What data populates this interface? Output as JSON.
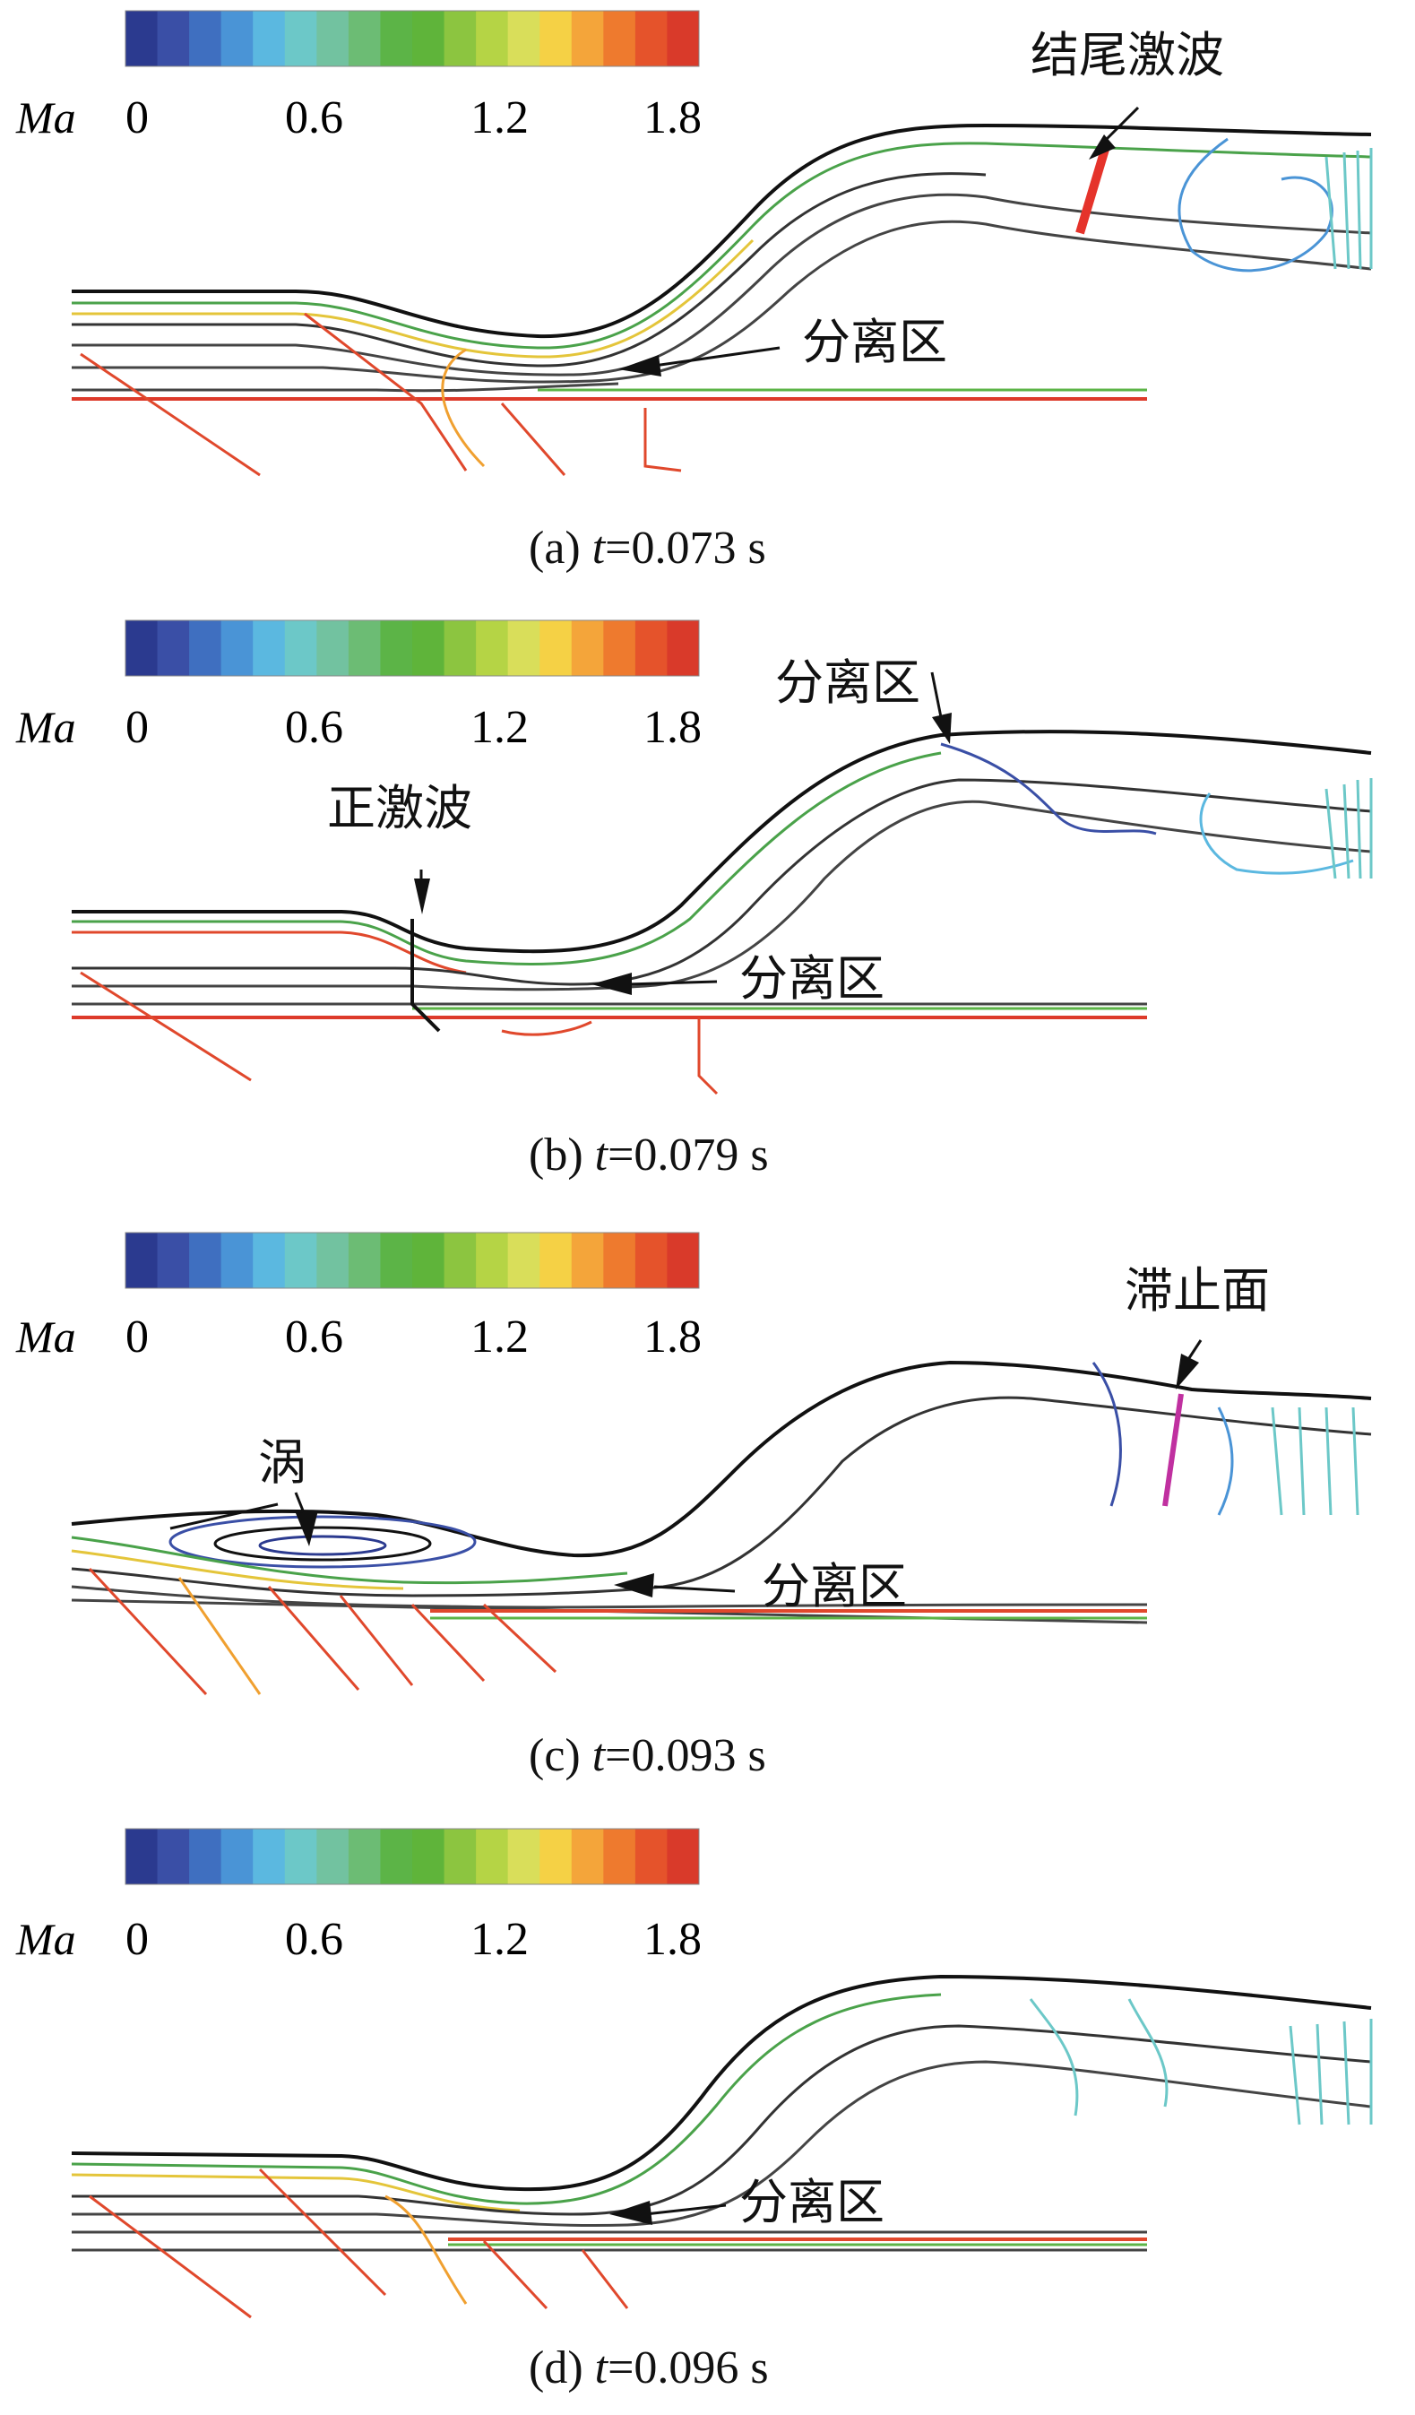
{
  "colorbar": {
    "variable": "Ma",
    "ticks": [
      "0",
      "0.6",
      "1.2",
      "1.8"
    ],
    "colors": [
      "#2b3a8f",
      "#3a4fa6",
      "#3f6fc0",
      "#4a94d6",
      "#5bb8e0",
      "#6cc8c8",
      "#72c2a0",
      "#6cbc74",
      "#5cb447",
      "#5fb43a",
      "#8cc540",
      "#b5d445",
      "#d9de5a",
      "#f5d145",
      "#f4a53a",
      "#ee7a2e",
      "#e5532b",
      "#d93a2a"
    ]
  },
  "panels": [
    {
      "caption": {
        "prefix": "(a) ",
        "t": "t",
        "rest": "=0.073 s"
      },
      "annotations": [
        {
          "id": "shock",
          "text": "结尾激波"
        },
        {
          "id": "sep",
          "text": "分离区"
        }
      ]
    },
    {
      "caption": {
        "prefix": "(b) ",
        "t": "t",
        "rest": "=0.079 s"
      },
      "annotations": [
        {
          "id": "sep-top",
          "text": "分离区"
        },
        {
          "id": "normal-shock",
          "text": "正激波"
        },
        {
          "id": "sep",
          "text": "分离区"
        }
      ]
    },
    {
      "caption": {
        "prefix": "(c) ",
        "t": "t",
        "rest": "=0.093 s"
      },
      "annotations": [
        {
          "id": "stag",
          "text": "滞止面"
        },
        {
          "id": "vortex",
          "text": "涡"
        },
        {
          "id": "sep",
          "text": "分离区"
        }
      ]
    },
    {
      "caption": {
        "prefix": "(d) ",
        "t": "t",
        "rest": "=0.096 s"
      },
      "annotations": [
        {
          "id": "sep",
          "text": "分离区"
        }
      ]
    }
  ]
}
